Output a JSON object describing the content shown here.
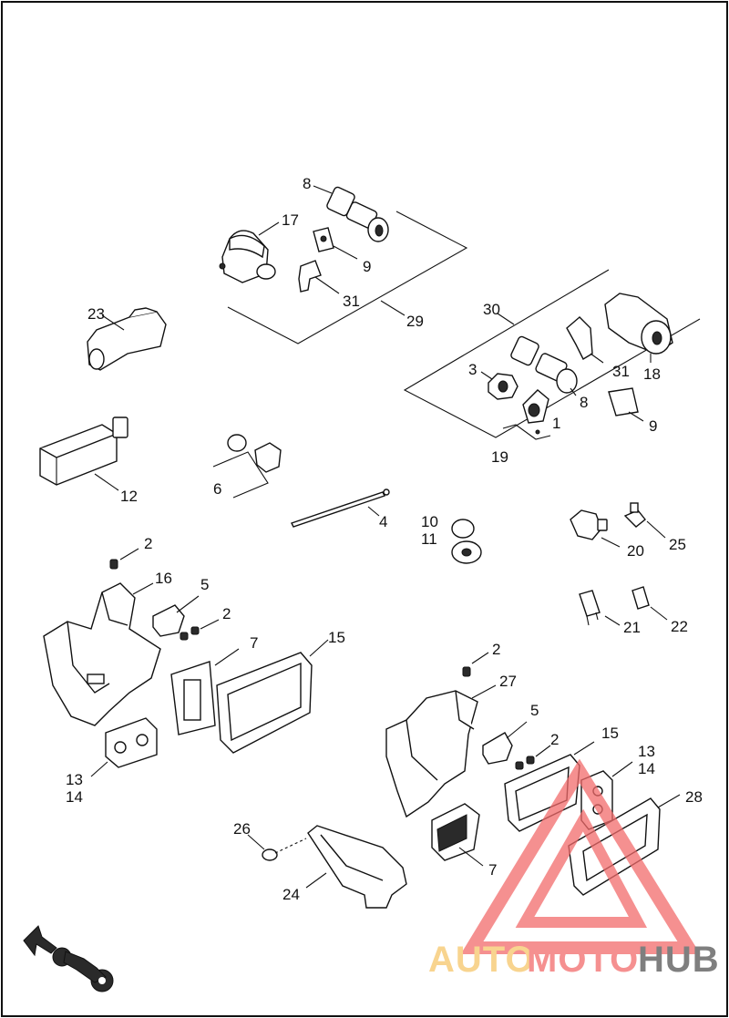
{
  "diagram": {
    "callouts": {
      "c8a": "8",
      "c17": "17",
      "c9a": "9",
      "c31a": "31",
      "c29": "29",
      "c23": "23",
      "c30": "30",
      "c31b": "31",
      "c18": "18",
      "c3": "3",
      "c8b": "8",
      "c1": "1",
      "c9b": "9",
      "c19": "19",
      "c12": "12",
      "c6": "6",
      "c4": "4",
      "c10": "10",
      "c11": "11",
      "c20": "20",
      "c25": "25",
      "c2a": "2",
      "c16": "16",
      "c5a": "5",
      "c2b": "2",
      "c7a": "7",
      "c15a": "15",
      "c21": "21",
      "c22": "22",
      "c13a": "13",
      "c14a": "14",
      "c2c": "2",
      "c27": "27",
      "c5b": "5",
      "c2d": "2",
      "c15b": "15",
      "c13b": "13",
      "c14b": "14",
      "c28": "28",
      "c26": "26",
      "c24": "24",
      "c7b": "7"
    }
  },
  "watermark": {
    "word_part1": "AUTO",
    "word_part2": "MOTO",
    "word_part3": "HUB",
    "color_main": "#f26b6b",
    "color_secondary": "#f6c66a",
    "color_tertiary": "#555555"
  },
  "colors": {
    "border": "#111111",
    "background": "#ffffff"
  }
}
